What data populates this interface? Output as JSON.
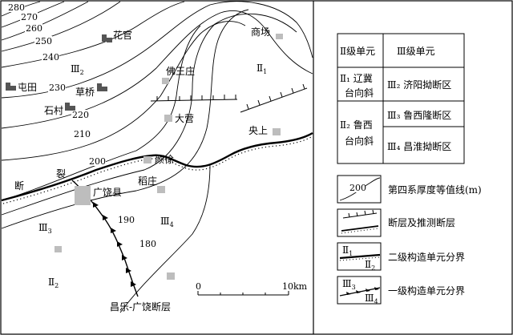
{
  "map": {
    "contours": [
      "280",
      "270",
      "260",
      "250",
      "240",
      "230",
      "220",
      "210",
      "200",
      "190",
      "180"
    ],
    "places": {
      "huaguan": "花官",
      "shangchang": "商场",
      "tuntian": "屯田",
      "caoqiao": "草桥",
      "shicun": "石村",
      "fowangzhuang": "佛王庄",
      "daying": "大营",
      "yangshang": "央上",
      "yanxu": "颜徐",
      "daozhuang": "稻庄",
      "guangrao": "广饶县",
      "changle_fault": "昌乐-广饶断层"
    },
    "fault_word_1": "裂",
    "fault_word_2": "断",
    "units": {
      "u2_topleft": "Ⅲ",
      "u2_topleft_sub": "2",
      "u1_topright": "Ⅱ",
      "u1_topright_sub": "1",
      "u3_left": "Ⅲ",
      "u3_left_sub": "3",
      "u4_mid": "Ⅲ",
      "u4_mid_sub": "4",
      "u2_bottom": "Ⅱ",
      "u2_bottom_sub": "2"
    },
    "scale": {
      "zero": "0",
      "end": "10km"
    }
  },
  "legend_table": {
    "col1_header": "Ⅱ级单元",
    "col2_header": "Ⅲ级单元",
    "row1_col1_line1": "Ⅱ₁ 辽冀",
    "row1_col1_line2": "台向斜",
    "row1_col2": "Ⅲ₂ 济阳拗断区",
    "row2_col1_line1": "Ⅱ₂ 鲁西",
    "row2_col1_line2": "台向斜",
    "row2_col2a": "Ⅲ₃ 鲁西隆断区",
    "row2_col2b": "Ⅲ₄ 昌淮拗断区"
  },
  "legend_items": {
    "isopach_value": "200",
    "isopach_label": "第四系厚度等值线(m)",
    "fault_label": "断层及推测断层",
    "boundary2_label": "二级构造单元分界",
    "boundary2_sym_top": "Ⅱ",
    "boundary2_sym_top_sub": "1",
    "boundary2_sym_bot": "Ⅱ",
    "boundary2_sym_bot_sub": "2",
    "boundary1_label": "一级构造单元分界",
    "boundary1_sym_top": "Ⅲ",
    "boundary1_sym_top_sub": "3",
    "boundary1_sym_bot": "Ⅲ",
    "boundary1_sym_bot_sub": "4"
  }
}
